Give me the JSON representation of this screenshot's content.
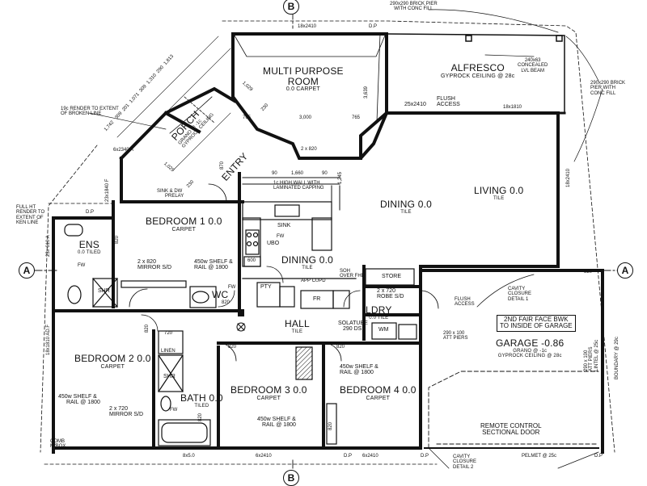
{
  "section_markers": [
    "B",
    "A"
  ],
  "rooms": {
    "multi_purpose": [
      "MULTI PURPOSE",
      "ROOM",
      "0.0 CARPET"
    ],
    "alfresco": [
      "ALFRESCO",
      "GYPROCK CEILING @ 28c"
    ],
    "living": [
      "LIVING 0.0",
      "TILE"
    ],
    "dining": [
      "DINING 0.0",
      "TILE"
    ],
    "dining2": [
      "DINING 0.0",
      "TILE"
    ],
    "bedroom1": [
      "BEDROOM 1 0.0",
      "CARPET"
    ],
    "bedroom2": [
      "BEDROOM 2 0.0",
      "CARPET"
    ],
    "bedroom3": [
      "BEDROOM 3 0.0",
      "CARPET"
    ],
    "bedroom4": [
      "BEDROOM 4 0.0",
      "CARPET"
    ],
    "ens": [
      "ENS",
      "0.0 TILED"
    ],
    "bath": [
      "BATH 0.0",
      "TILED"
    ],
    "hall": [
      "HALL",
      "TILE"
    ],
    "garage": [
      "GARAGE -0.86",
      "GRANO @ -1c",
      "GYPROCK CEILING @ 28c"
    ],
    "porch": [
      "PORCH",
      "GRANO @ -1c",
      "GYPROCK CEILING"
    ],
    "entry": [
      "ENTRY"
    ],
    "ldry": [
      "LDRY",
      "0.0 TILE"
    ],
    "wc": [
      "WC"
    ],
    "store": [
      "STORE"
    ],
    "linen": [
      "LINEN"
    ]
  },
  "notes": {
    "brick_pier_top": [
      "290x290 BRICK PIER",
      "WITH CONC FILL"
    ],
    "brick_pier_right": [
      "290x290 BRICK",
      "PIER WITH",
      "CONC FILL"
    ],
    "lvl_beam": [
      "240x63",
      "CONCEALED",
      "LVL BEAM"
    ],
    "flush_access_top": [
      "FLUSH",
      "ACCESS"
    ],
    "render_extent": [
      "19c RENDER TO EXTENT",
      "OF BROKEN LINE"
    ],
    "full_ht_render": [
      "FULL HT",
      "RENDER TO",
      "EXTENT OF",
      "KEN LINE"
    ],
    "high_wall": [
      "1c HIGH WALL WITH",
      "LAMINATED CAPPING"
    ],
    "sink_dw": [
      "SINK & DW",
      "PRELAY"
    ],
    "sink": "SINK",
    "ubo": "UBO",
    "app_cupd": "APP CUPD",
    "pty": "PTY",
    "fr": "FR",
    "soh": [
      "SOH",
      "OVER FHD"
    ],
    "rhose": [
      "2 x 720",
      "ROBE S/D"
    ],
    "flush_access": [
      "FLUSH",
      "ACCESS"
    ],
    "solatube": [
      "SOLATUBE",
      "290 DS"
    ],
    "wm": "WM",
    "cavity_closure_1": [
      "CAVITY",
      "CLOSURE",
      "DETAIL 1"
    ],
    "cavity_closure_2": [
      "CAVITY",
      "CLOSURE",
      "DETAIL 2"
    ],
    "face_bwk": [
      "2ND FAIR FACE BWK",
      "TO INSIDE OF GARAGE"
    ],
    "att_piers": [
      "290 x 100",
      "ATT PIERS"
    ],
    "att_piers_right": [
      "290 x 100",
      "ATT PIERS",
      "LINTEL @ 25c"
    ],
    "boundary": "BOUNDARY @ 29c",
    "remote": [
      "REMOTE CONTROL",
      "SECTIONAL DOOR"
    ],
    "pelmet": "PELMET @ 25c",
    "comb_box": [
      "COMB",
      "M/BOX"
    ],
    "mirror_ens": [
      "2 x 820",
      "MIRROR S/D"
    ],
    "shelf_b1": [
      "450w SHELF &",
      "RAIL @ 1800"
    ],
    "shelf_b2": [
      "450w SHELF &",
      "RAIL @ 1800"
    ],
    "mirror_b2": [
      "2 x 720",
      "MIRROR S/D"
    ],
    "shelf_b3": [
      "450w SHELF &",
      "RAIL @ 1800"
    ],
    "shelf_b4": [
      "450w SHELF &",
      "RAIL @ 1800"
    ],
    "shr": "SHR",
    "fw": "FW",
    "dp": "D.P",
    "tiled": "TILED"
  },
  "dimensions": {
    "top_18x2410": "18x2410",
    "dim_25x2410": "25x2410",
    "dim_18x1810": "18x1810",
    "dim_18x2410_r": "18x2410",
    "dim_6x2340": "6x2340 A",
    "dim_23x1840": "23x1840 F",
    "dim_23x610": "23x 610 A",
    "dim_18x1810_left": "18x1810 AD.F",
    "dim_8x510": "8x5.0",
    "dim_6x2410_a": "6x2410",
    "dim_6x2410_b": "6x2410",
    "d765a": "765",
    "d765b": "765",
    "d3000": "3,000",
    "d1660": "1,660",
    "d90a": "90",
    "d90b": "90",
    "d1245": "1,245",
    "d1029": "1,029",
    "d230": "230",
    "d3639": "3,639",
    "d870": "870",
    "d820": "820",
    "d720": "720",
    "d600": "600",
    "d2x820": "2 x 820",
    "diag": [
      "1,742",
      "309",
      "201",
      "1,071",
      "309",
      "1,310",
      "290",
      "1,813"
    ]
  }
}
